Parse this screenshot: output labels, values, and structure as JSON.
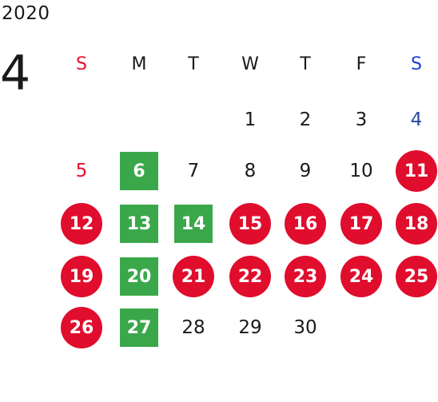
{
  "year": "2020",
  "month": "4",
  "weekdays": [
    "S",
    "M",
    "T",
    "W",
    "T",
    "F",
    "S"
  ],
  "colors": {
    "sunday": "#e8112d",
    "saturday": "#1a3fd4",
    "holiday_circle": "#e00d2d",
    "highlight_square": "#3aa84a"
  },
  "days": [
    {
      "day": "1",
      "style": "plain"
    },
    {
      "day": "2",
      "style": "plain"
    },
    {
      "day": "3",
      "style": "plain"
    },
    {
      "day": "4",
      "style": "saturday"
    },
    {
      "day": "5",
      "style": "sunday"
    },
    {
      "day": "6",
      "style": "square"
    },
    {
      "day": "7",
      "style": "plain"
    },
    {
      "day": "8",
      "style": "plain"
    },
    {
      "day": "9",
      "style": "plain"
    },
    {
      "day": "10",
      "style": "plain"
    },
    {
      "day": "11",
      "style": "circle"
    },
    {
      "day": "12",
      "style": "circle"
    },
    {
      "day": "13",
      "style": "square"
    },
    {
      "day": "14",
      "style": "square"
    },
    {
      "day": "15",
      "style": "circle"
    },
    {
      "day": "16",
      "style": "circle"
    },
    {
      "day": "17",
      "style": "circle"
    },
    {
      "day": "18",
      "style": "circle"
    },
    {
      "day": "19",
      "style": "circle"
    },
    {
      "day": "20",
      "style": "square"
    },
    {
      "day": "21",
      "style": "circle"
    },
    {
      "day": "22",
      "style": "circle"
    },
    {
      "day": "23",
      "style": "circle"
    },
    {
      "day": "24",
      "style": "circle"
    },
    {
      "day": "25",
      "style": "circle"
    },
    {
      "day": "26",
      "style": "circle"
    },
    {
      "day": "27",
      "style": "square"
    },
    {
      "day": "28",
      "style": "plain"
    },
    {
      "day": "29",
      "style": "plain"
    },
    {
      "day": "30",
      "style": "plain"
    }
  ]
}
